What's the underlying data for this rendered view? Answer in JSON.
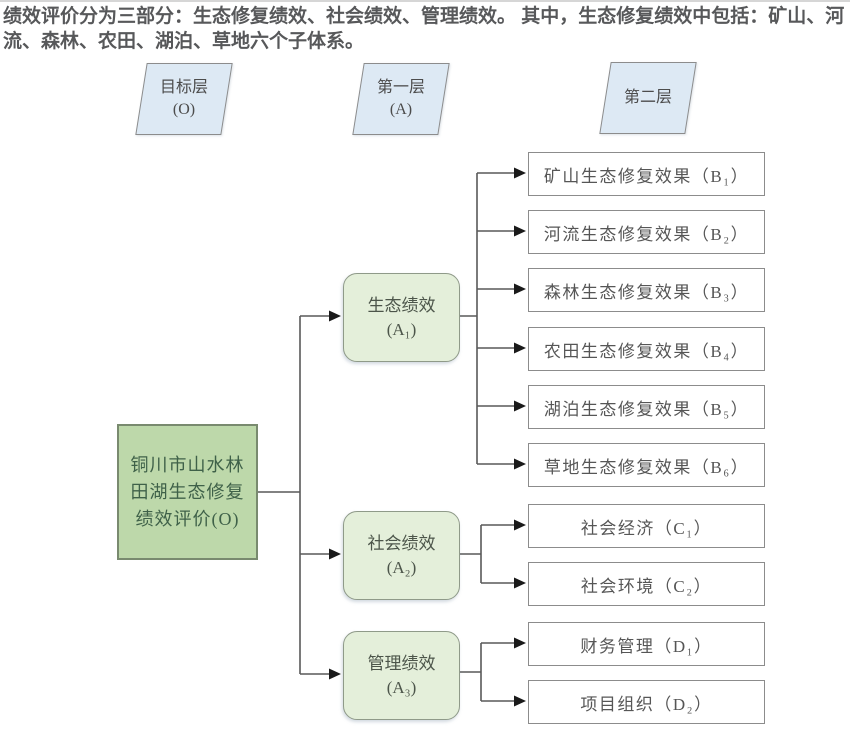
{
  "heading": {
    "text": "绩效评价分为三部分：生态修复绩效、社会绩效、管理绩效。 其中，生态修复绩效中包括：矿山、河流、森林、农田、湖泊、草地六个子体系。"
  },
  "levels": [
    {
      "title": "目标层",
      "code": "(O)"
    },
    {
      "title": "第一层",
      "code": "(A)"
    },
    {
      "title": "第二层",
      "code": ""
    }
  ],
  "goal": {
    "lines": [
      "铜川市山水林",
      "田湖生态修复",
      "绩效评价(O)"
    ]
  },
  "factors": [
    {
      "title": "生态绩效",
      "code": "(A₁)"
    },
    {
      "title": "社会绩效",
      "code": "(A₂)"
    },
    {
      "title": "管理绩效",
      "code": "(A₃)"
    }
  ],
  "indicators": {
    "b": [
      "矿山生态修复效果（B₁）",
      "河流生态修复效果（B₂）",
      "森林生态修复效果（B₃）",
      "农田生态修复效果（B₄）",
      "湖泊生态修复效果（B₅）",
      "草地生态修复效果（B₆）"
    ],
    "c": [
      "社会经济（C₁）",
      "社会环境（C₂）"
    ],
    "d": [
      "财务管理（D₁）",
      "项目组织（D₂）"
    ]
  },
  "colors": {
    "goal_fill": "#bdd8aa",
    "goal_text": "#3f6149",
    "factor_fill": "#e4efda",
    "level_fill": "#dde9f4",
    "leaf_fill": "#ffffff",
    "box_border": "#8c8c8c",
    "line": "#595959",
    "arrow": "#1a1a1a",
    "heading_text": "#57585a"
  }
}
